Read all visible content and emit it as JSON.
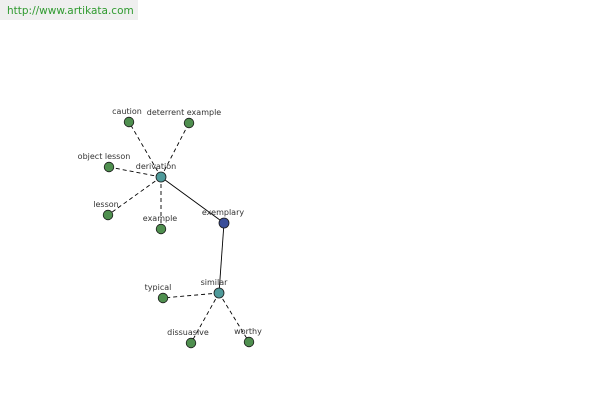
{
  "watermark": {
    "text": "http://www.artikata.com"
  },
  "colors": {
    "leaf_node": "#4f8f4f",
    "hub_node": "#4f9a9a",
    "center_node": "#3b4f9a",
    "edge": "#000000",
    "watermark_text": "#2f9a2f",
    "watermark_bg": "#efefef"
  },
  "graph": {
    "nodes": [
      {
        "id": "exemplary",
        "label": "exemplary",
        "kind": "center"
      },
      {
        "id": "derivation",
        "label": "derivation",
        "kind": "hub"
      },
      {
        "id": "similar",
        "label": "similar",
        "kind": "hub"
      },
      {
        "id": "caution",
        "label": "caution",
        "kind": "leaf"
      },
      {
        "id": "deterrent-example",
        "label": "deterrent example",
        "kind": "leaf"
      },
      {
        "id": "object-lesson",
        "label": "object lesson",
        "kind": "leaf"
      },
      {
        "id": "lesson",
        "label": "lesson",
        "kind": "leaf"
      },
      {
        "id": "example",
        "label": "example",
        "kind": "leaf"
      },
      {
        "id": "typical",
        "label": "typical",
        "kind": "leaf"
      },
      {
        "id": "dissuasive",
        "label": "dissuasive",
        "kind": "leaf"
      },
      {
        "id": "worthy",
        "label": "worthy",
        "kind": "leaf"
      }
    ],
    "edges": [
      {
        "from": "exemplary",
        "to": "derivation",
        "style": "solid"
      },
      {
        "from": "exemplary",
        "to": "similar",
        "style": "solid"
      },
      {
        "from": "derivation",
        "to": "caution",
        "style": "dashed"
      },
      {
        "from": "derivation",
        "to": "deterrent-example",
        "style": "dashed"
      },
      {
        "from": "derivation",
        "to": "object-lesson",
        "style": "dashed"
      },
      {
        "from": "derivation",
        "to": "lesson",
        "style": "dashed"
      },
      {
        "from": "derivation",
        "to": "example",
        "style": "dashed"
      },
      {
        "from": "similar",
        "to": "typical",
        "style": "dashed"
      },
      {
        "from": "similar",
        "to": "dissuasive",
        "style": "dashed"
      },
      {
        "from": "similar",
        "to": "worthy",
        "style": "dashed"
      }
    ]
  }
}
